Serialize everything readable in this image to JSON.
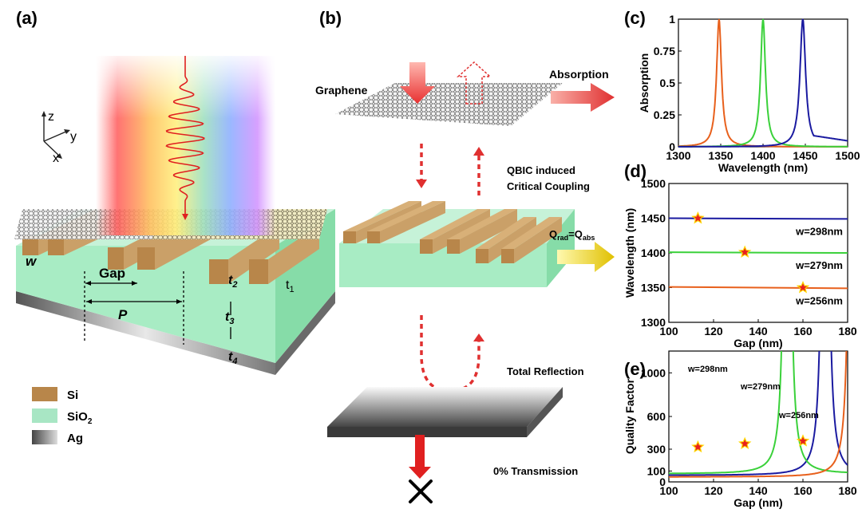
{
  "panel_a": {
    "label": "(a)",
    "axis_z": "z",
    "axis_y": "y",
    "axis_x": "x",
    "w": "w",
    "gap": "Gap",
    "p": "P",
    "t1": "t",
    "t1_sub": "1",
    "t2": "t",
    "t2_sub": "2",
    "t3": "t",
    "t3_sub": "3",
    "t4": "t",
    "t4_sub": "4",
    "legend": [
      {
        "name": "Si",
        "sub": "",
        "color": "#b8864a"
      },
      {
        "name": "SiO",
        "sub": "2",
        "color": "#a8e6c4"
      },
      {
        "name": "Ag",
        "sub": "",
        "color": "#8a8a8a"
      }
    ]
  },
  "panel_b": {
    "label": "(b)",
    "graphene": "Graphene",
    "absorption": "Absorption",
    "qbic_line1": "QBIC induced",
    "qbic_line2": "Critical Coupling",
    "q_rad": "Q",
    "q_rad_sub": "rad",
    "q_eq": "=Q",
    "q_abs_sub": "abs",
    "total_reflection": "Total Reflection",
    "transmission": "0% Transmission"
  },
  "panel_c": {
    "label": "(c)"
  },
  "panel_d": {
    "label": "(d)"
  },
  "panel_e": {
    "label": "(e)"
  },
  "chart_data": [
    {
      "panel": "(c)",
      "type": "line",
      "xlabel": "Wavelength (nm)",
      "ylabel": "Absorption",
      "xlim": [
        1300,
        1500
      ],
      "ylim": [
        0,
        1
      ],
      "xticks": [
        1300,
        1350,
        1400,
        1450,
        1500
      ],
      "yticks": [
        0,
        0.25,
        0.5,
        0.75,
        1
      ],
      "ytick_labels": [
        "0",
        "0.25",
        "0.5",
        "0.75",
        "1"
      ],
      "grid": false,
      "series": [
        {
          "color": "#e8601c",
          "peak": 1348,
          "fwhm": 7,
          "tail": 0.02
        },
        {
          "color": "#3ad13a",
          "peak": 1400,
          "fwhm": 7,
          "tail": 0.02
        },
        {
          "color": "#1a1aa0",
          "peak": 1447,
          "fwhm": 8,
          "tail": 0.06
        }
      ]
    },
    {
      "panel": "(d)",
      "type": "line",
      "xlabel": "Gap (nm)",
      "ylabel": "Wavelength (nm)",
      "xlim": [
        100,
        180
      ],
      "ylim": [
        1300,
        1500
      ],
      "xticks": [
        100,
        120,
        140,
        160,
        180
      ],
      "yticks": [
        1300,
        1350,
        1400,
        1450,
        1500
      ],
      "grid": false,
      "series": [
        {
          "name": "w=298nm",
          "color": "#1a1aa0",
          "x": [
            100,
            180
          ],
          "y": [
            1450,
            1449
          ],
          "star": [
            113,
            1450
          ]
        },
        {
          "name": "w=279nm",
          "color": "#3ad13a",
          "x": [
            100,
            180
          ],
          "y": [
            1401,
            1400
          ],
          "star": [
            134,
            1401
          ]
        },
        {
          "name": "w=256nm",
          "color": "#e8601c",
          "x": [
            100,
            180
          ],
          "y": [
            1351,
            1349
          ],
          "star": [
            160,
            1350
          ]
        }
      ]
    },
    {
      "panel": "(e)",
      "type": "line",
      "xlabel": "Gap (nm)",
      "ylabel": "Quality Factor",
      "xlim": [
        100,
        180
      ],
      "ylim": [
        0,
        1200
      ],
      "xticks": [
        100,
        120,
        140,
        160,
        180
      ],
      "yticks": [
        0,
        100,
        300,
        600,
        1000
      ],
      "grid": false,
      "series": [
        {
          "name": "w=298nm",
          "color": "#1a1aa0",
          "x0": 170,
          "a": 8000,
          "b": 12,
          "star": [
            113,
            320
          ]
        },
        {
          "name": "w=279nm",
          "color": "#3ad13a",
          "x0": 153,
          "a": 5000,
          "b": 36,
          "star": [
            134,
            350
          ]
        },
        {
          "name": "w=256nm",
          "color": "#e8601c",
          "x0": 182,
          "a": 3600,
          "b": 30,
          "star": [
            160,
            375
          ]
        }
      ]
    }
  ]
}
